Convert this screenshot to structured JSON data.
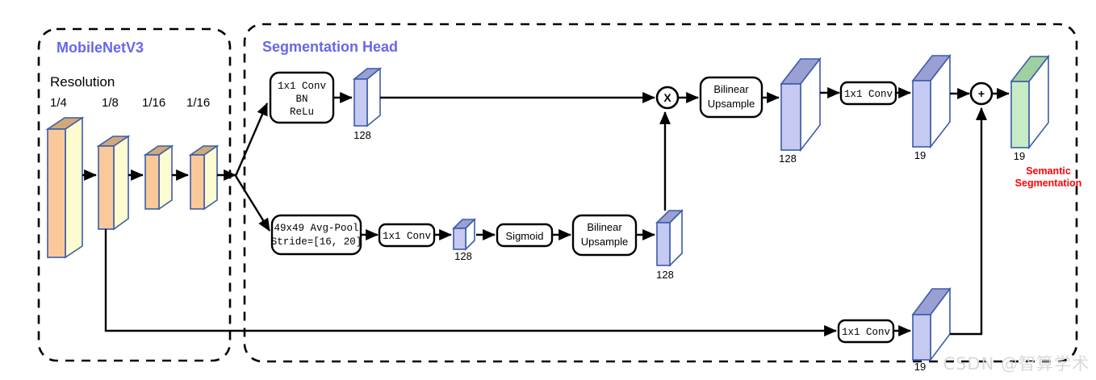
{
  "groups": {
    "backbone": {
      "title": "MobileNetV3"
    },
    "head": {
      "title": "Segmentation Head"
    }
  },
  "backbone": {
    "resolution_heading": "Resolution",
    "resolution_ticks": [
      "1/4",
      "1/8",
      "1/16",
      "1/16"
    ]
  },
  "blocks": {
    "conv_bn_relu": {
      "line1": "1x1 Conv",
      "line2": "BN",
      "line3": "ReLu"
    },
    "avgpool": {
      "line1": "49x49 Avg-Pool",
      "line2": "Stride=[16, 20]"
    },
    "conv_pool": {
      "label": "1x1 Conv"
    },
    "sigmoid": {
      "label": "Sigmoid"
    },
    "upsample_low": {
      "line1": "Bilinear",
      "line2": "Upsample"
    },
    "upsample_high": {
      "line1": "Bilinear",
      "line2": "Upsample"
    },
    "conv_main": {
      "label": "1x1 Conv"
    },
    "conv_skip": {
      "label": "1x1 Conv"
    }
  },
  "ops": {
    "multiply": {
      "glyph": "X"
    },
    "add": {
      "glyph": "+"
    }
  },
  "tensors": {
    "t_conv128": {
      "channels": "128"
    },
    "t_pool128": {
      "channels": "128"
    },
    "t_up128": {
      "channels": "128"
    },
    "t_mul128": {
      "channels": "128"
    },
    "t_logits19": {
      "channels": "19"
    },
    "t_skip19": {
      "channels": "19"
    },
    "t_out19": {
      "channels": "19"
    }
  },
  "output": {
    "line1": "Semantic",
    "line2": "Segmentation"
  },
  "watermark": {
    "text": "CSDN @智算学术"
  },
  "colors": {
    "group_title": "#6666ee",
    "feature_front": "#fdfbd0",
    "feature_side": "#fac99a",
    "feature_top": "#cfa97a",
    "feature_stroke": "#3b5ca8",
    "tensor_front": "#c6c9f2",
    "tensor_top": "#9a9fd4",
    "tensor_stroke": "#3b5ca8",
    "output_front": "#c7ecc5",
    "output_top": "#9fd1a0",
    "output_text": "#ff0000",
    "wire": "#000000",
    "watermark": "#d8d8d8"
  }
}
